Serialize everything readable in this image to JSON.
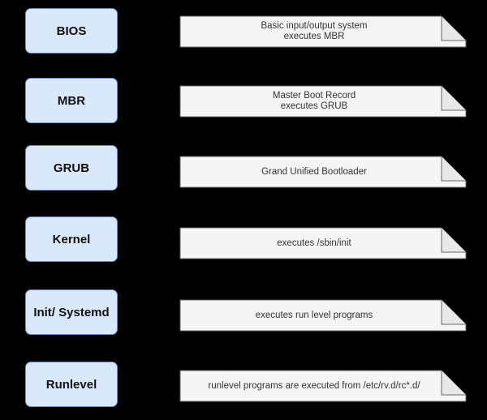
{
  "stages": [
    {
      "label": "BIOS",
      "note_lines": [
        "Basic input/output system",
        "executes MBR"
      ]
    },
    {
      "label": "MBR",
      "note_lines": [
        "Master Boot Record",
        "executes GRUB"
      ]
    },
    {
      "label": "GRUB",
      "note_lines": [
        "Grand Unified Bootloader"
      ]
    },
    {
      "label": "Kernel",
      "note_lines": [
        "executes /sbin/init"
      ]
    },
    {
      "label": "Init/ Systemd",
      "note_lines": [
        "executes run level programs"
      ]
    },
    {
      "label": "Runlevel",
      "note_lines": [
        "runlevel programs are executed from /etc/rv.d/rc*.d/"
      ]
    }
  ],
  "colors": {
    "background": "#000000",
    "stage_fill": "#dae8fc",
    "stage_border": "#6c8ebf",
    "note_fill": "#f5f5f5",
    "note_border": "#666666"
  }
}
